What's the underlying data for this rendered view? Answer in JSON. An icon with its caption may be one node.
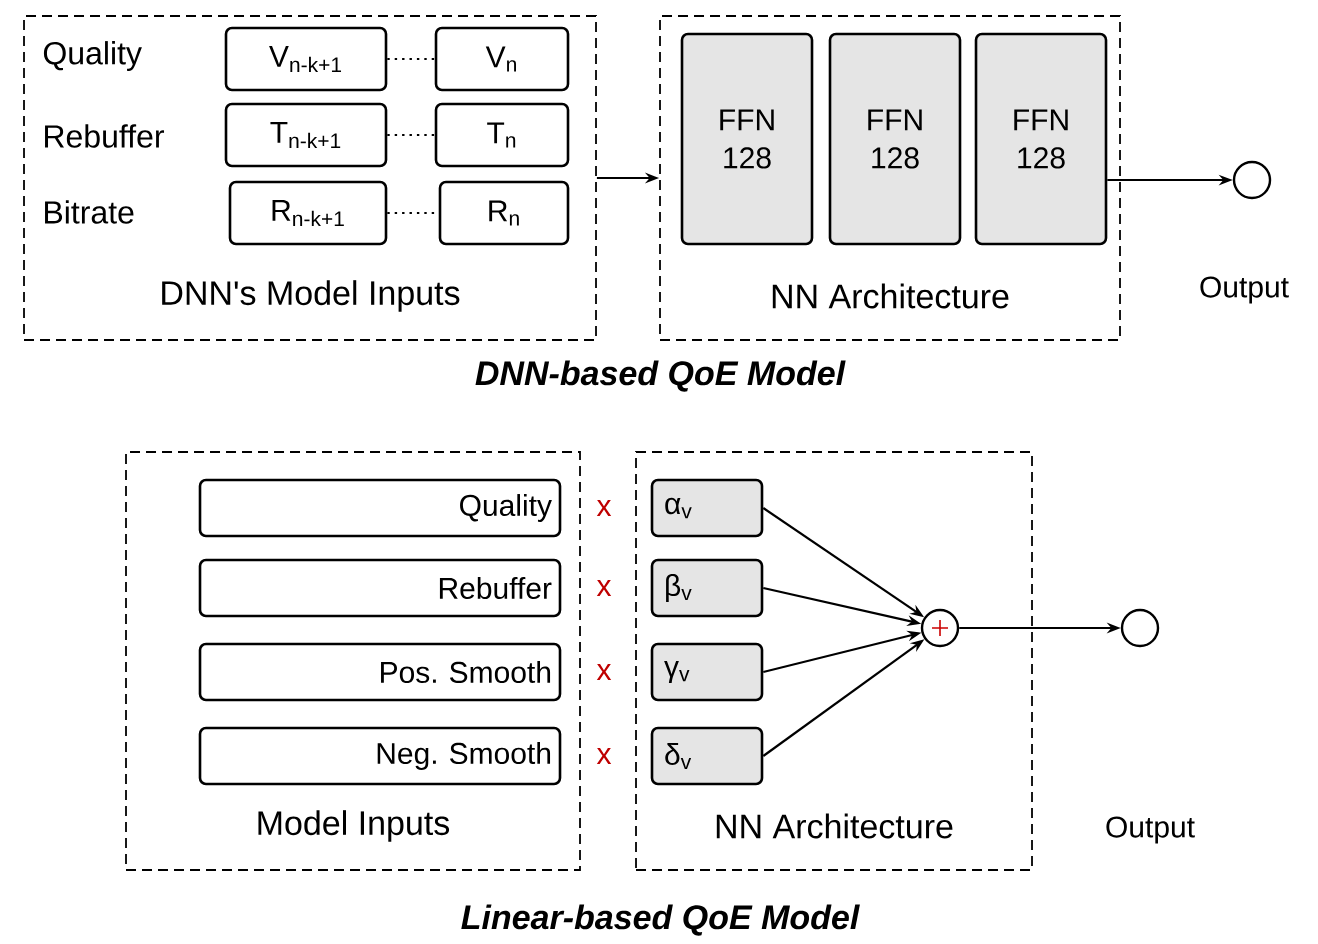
{
  "diagram": {
    "nodes": [
      {
        "text": [
          "DNN's Model Inputs"
        ]
      },
      {
        "text": [
          "V$_{n-k+1}$"
        ],
        "in": 0
      },
      {
        "text": [
          "V$_{n}$"
        ],
        "in": 0
      },
      {
        "text": [
          "T$_{n-k+1}$"
        ],
        "in": 0
      },
      {
        "text": [
          "T$_{n}$"
        ],
        "in": 0
      },
      {
        "text": [
          "R$_{n-k+1}$"
        ],
        "in": 0
      },
      {
        "text": [
          "R$_{n}$"
        ],
        "in": 0
      },
      {
        "text": [
          "NN Architecture"
        ]
      },
      {
        "text": [
          "FFN 128"
        ],
        "in": 7
      },
      {
        "text": [
          "FFN 128"
        ],
        "in": 7
      },
      {
        "text": [
          "FFN 128"
        ],
        "in": 7
      },
      {
        "text": [],
        "shape": "circle"
      },
      {
        "text": [
          "Model Inputs"
        ]
      },
      {
        "text": [
          "Quality"
        ],
        "in": 12
      },
      {
        "text": [
          "Rebuffer"
        ],
        "in": 12
      },
      {
        "text": [
          "Pos. Smooth"
        ],
        "in": 12
      },
      {
        "text": [
          "Neg. Smooth"
        ],
        "in": 12
      },
      {
        "text": [
          "NN Architecture"
        ]
      },
      {
        "text": [
          "α$_{v}$"
        ],
        "in": 17
      },
      {
        "text": [
          "β$_{v}$"
        ],
        "in": 17
      },
      {
        "text": [
          "γ$_{v}$"
        ],
        "in": 17
      },
      {
        "text": [
          "δ$_{v}$"
        ],
        "in": 17
      },
      {
        "text": [],
        "shape": "circle",
        "in": 17
      },
      {
        "text": [],
        "shape": "circle"
      }
    ],
    "edges": [
      {
        "from": 1,
        "to": 2,
        "arrow": "none",
        "style": "dashed"
      },
      {
        "from": 3,
        "to": 4,
        "arrow": "none",
        "style": "dashed"
      },
      {
        "from": 5,
        "to": 6,
        "arrow": "none",
        "style": "dashed"
      },
      {
        "from": 0,
        "to": 7,
        "arrow": "to"
      },
      {
        "from": 10,
        "to": 11,
        "arrow": "to"
      },
      {
        "from": 18,
        "to": 22,
        "arrow": "to"
      },
      {
        "from": 19,
        "to": 22,
        "arrow": "to"
      },
      {
        "from": 20,
        "to": 22,
        "arrow": "to"
      },
      {
        "from": 21,
        "to": 22,
        "arrow": "to"
      },
      {
        "from": 22,
        "to": 23,
        "arrow": "to"
      }
    ],
    "labels": [
      "Quality",
      "Rebuffer",
      "Bitrate",
      "Output",
      "DNN-based QoE Model",
      "x",
      "x",
      "x",
      "x",
      "Output",
      "Linear-based QoE Model"
    ]
  }
}
